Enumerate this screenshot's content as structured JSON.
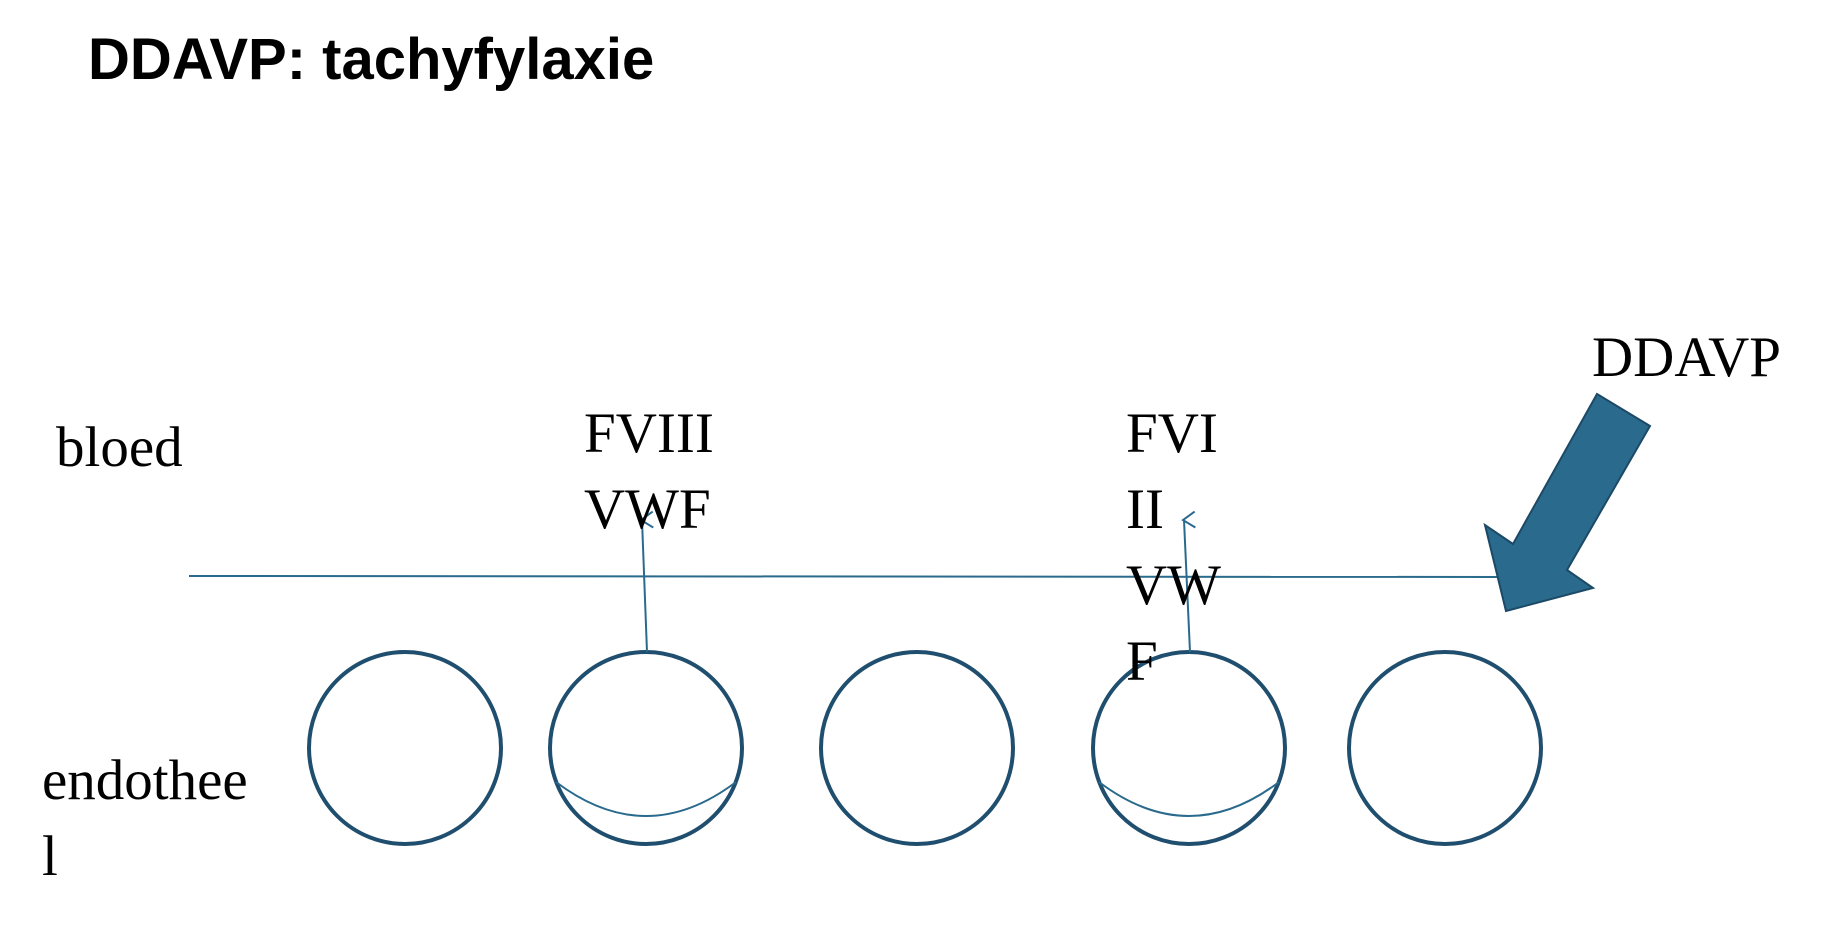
{
  "slide": {
    "title": "DDAVP: tachyfylaxie",
    "labels": {
      "blood": "bloed",
      "endothelium": "endothee\nl",
      "drug": "DDAVP",
      "factors_cell_2": "FVIII\nVWF",
      "factors_cell_4": "FVI\nII\nVW\nF"
    }
  },
  "colors": {
    "cell_outline": "#1f4e6e",
    "membrane_line": "#2a6a8c",
    "arrow_fill": "#2a6a8c",
    "arrow_stroke": "#1c4a66",
    "text": "#000000"
  },
  "icons": {
    "drug_arrow": "large-diagonal-arrow",
    "secretion_arrow": "thin-upward-arrow"
  }
}
